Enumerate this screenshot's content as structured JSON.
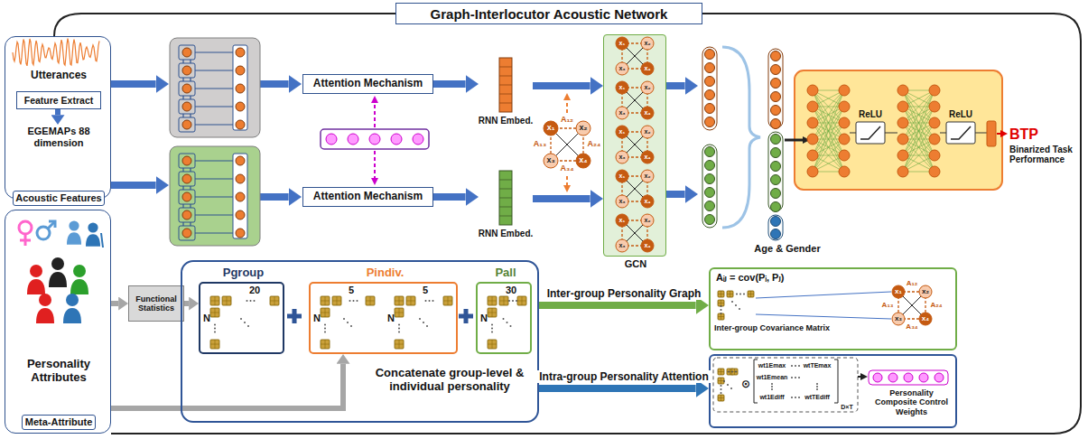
{
  "diagram": {
    "title": "Graph-Interlocutor Acoustic Network",
    "nodes": [
      {
        "text": [
          "Utterances",
          "EGEMAPs 88 dimension",
          "Acoustic Features"
        ]
      },
      {
        "text": [
          "Feature Extract"
        ],
        "in": 0
      },
      {
        "text": [
          "Attention Mechanism"
        ]
      },
      {
        "text": [
          "Attention Mechanism"
        ]
      },
      {
        "text": [
          "RNN Embed."
        ]
      },
      {
        "text": [
          "RNN Embed."
        ]
      },
      {
        "text": [
          "GCN"
        ]
      },
      {
        "text": [
          "Personality Attributes",
          "Meta-Attribute"
        ]
      },
      {
        "text": [
          "Functional Statistics"
        ]
      },
      {
        "text": [
          "Concatenate group-level & individual personality"
        ]
      },
      {
        "text": [
          "Pgroup",
          "20",
          "N"
        ],
        "in": 9
      },
      {
        "text": [
          "Pindiv.",
          "5",
          "5",
          "N",
          "N"
        ],
        "in": 9
      },
      {
        "text": [
          "Pall",
          "30",
          "N"
        ],
        "in": 9
      },
      {
        "text": [
          "Aᵢⱼ = cov(Pᵢ, Pⱼ)",
          "Inter-group Covariance Matrix"
        ]
      },
      {
        "text": [
          "Personality Composite Control Weights"
        ]
      }
    ],
    "edges": [
      {
        "from": 2,
        "to": 4,
        "arrow": "to"
      },
      {
        "from": 3,
        "to": 5,
        "arrow": "to"
      },
      {
        "from": 4,
        "to": 6,
        "arrow": "to"
      },
      {
        "from": 5,
        "to": 6,
        "arrow": "to"
      },
      {
        "from": 7,
        "to": 8,
        "arrow": "to"
      },
      {
        "from": 8,
        "to": 10,
        "arrow": "to"
      },
      {
        "from": 7,
        "to": 11,
        "arrow": "to"
      },
      {
        "from": 9,
        "to": 13,
        "label": "Inter-group Personality Graph",
        "arrow": "to"
      },
      {
        "from": 9,
        "to": 14,
        "label": "Intra-group Personality Attention",
        "arrow": "to"
      }
    ],
    "labels": [
      "ReLU",
      "ReLU",
      "BTP",
      "Binarized Task Performance",
      "Age & Gender",
      "x₁",
      "x₂",
      "x₃",
      "x₄",
      "A₁₂",
      "A₁₃",
      "A₂₄",
      "A₃₄",
      "x₁",
      "x₂",
      "x₃",
      "x₄",
      "x₁",
      "x₂",
      "x₃",
      "x₄",
      "x₁",
      "x₂",
      "x₃",
      "x₄",
      "x₁",
      "x₂",
      "x₃",
      "x₄",
      "x₁",
      "x₂",
      "x₃",
      "x₄",
      "x₁",
      "x₂",
      "x₃",
      "x₄",
      "A₁₂",
      "A₁₃",
      "A₂₄",
      "A₃₄",
      "⊙",
      "wt1Emax",
      "wtTEmax",
      "wt1Emean",
      "wt1Ediff",
      "wtTEdiff",
      "D×T"
    ]
  }
}
